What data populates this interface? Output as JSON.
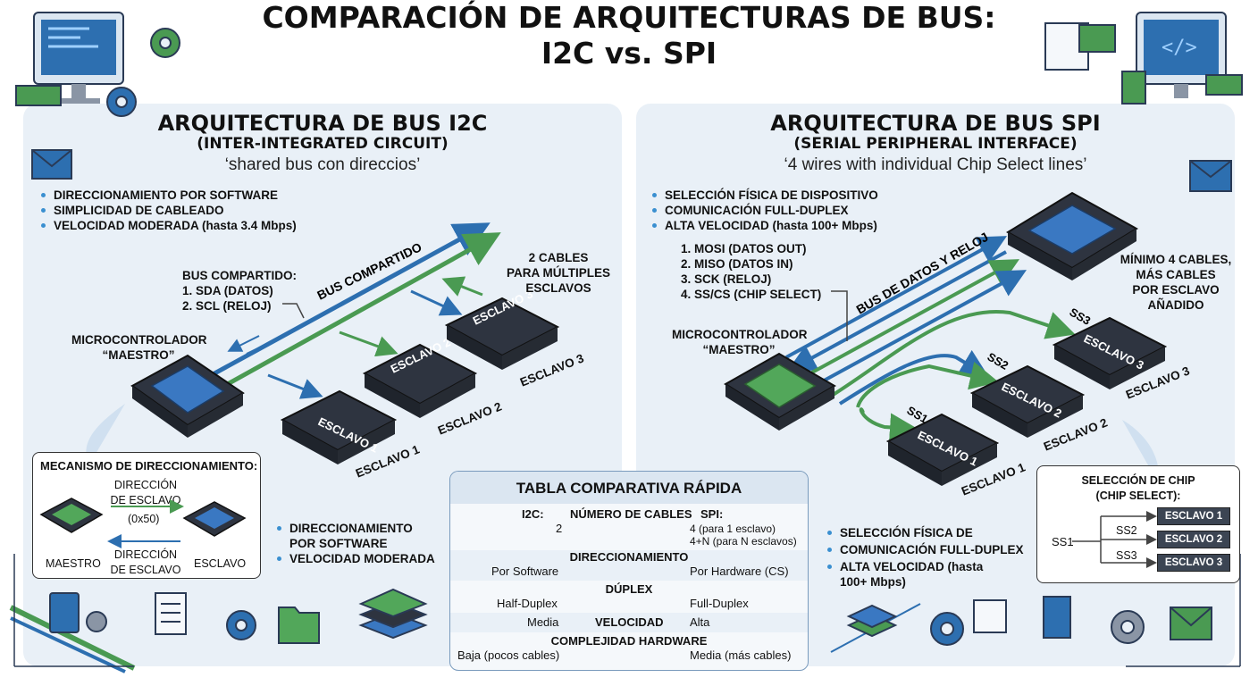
{
  "title": {
    "line1": "COMPARACIÓN DE ARQUITECTURAS DE BUS:",
    "line2": "I2C vs. SPI"
  },
  "i2c": {
    "title": "ARQUITECTURA DE BUS I2C",
    "subtitle": "(INTER-INTEGRATED CIRCUIT)",
    "tagline": "‘shared bus con direccios’",
    "bullets": [
      "DIRECCIONAMIENTO POR SOFTWARE",
      "SIMPLICIDAD DE CABLEADO",
      "VELOCIDAD MODERADA (hasta 3.4 Mbps)"
    ],
    "bus_label": "BUS COMPARTIDO:",
    "bus_lines": [
      "1. SDA (DATOS)",
      "2. SCL (RELOJ)"
    ],
    "bus_diag_label": "BUS COMPARTIDO",
    "cables_note": [
      "2 CABLES",
      "PARA MÚLTIPLES",
      "ESCLAVOS"
    ],
    "master_label": [
      "MICROCONTROLADOR",
      "“MAESTRO”"
    ],
    "slaves": [
      "ESCLAVO 1",
      "ESCLAVO 2",
      "ESCLAVO 3"
    ],
    "chip_labels": [
      "ESCLAVO 1",
      "ESCLAVO 2",
      "ESCLAVO 3"
    ],
    "mechanism": {
      "title": "MECANISMO DE DIRECCIONAMIENTO:",
      "top_arrow": [
        "DIRECCIÓN",
        "DE ESCLAVO"
      ],
      "address": "(0x50)",
      "bottom_arrow": [
        "DIRECCIÓN",
        "DE ESCLAVO"
      ],
      "master": "MAESTRO",
      "slave": "ESCLAVO"
    },
    "bottom_bullets": [
      [
        "DIRECCIONAMIENTO",
        "POR SOFTWARE"
      ],
      [
        "VELOCIDAD MODERADA"
      ]
    ]
  },
  "spi": {
    "title": "ARQUITECTURA DE BUS SPI",
    "subtitle": "(SERIAL PERIPHERAL INTERFACE)",
    "tagline": "‘4 wires with individual Chip Select lines’",
    "bullets": [
      "SELECCIÓN FÍSICA DE DISPOSITIVO",
      "COMUNICACIÓN FULL-DUPLEX",
      "ALTA VELOCIDAD (hasta 100+ Mbps)"
    ],
    "wire_lines": [
      "1. MOSI (DATOS OUT)",
      "2. MISO (DATOS IN)",
      "3. SCK (RELOJ)",
      "4. SS/CS (CHIP SELECT)"
    ],
    "bus_diag_label": "BUS DE DATOS Y RELOJ",
    "cables_note": [
      "MÍNIMO 4 CABLES,",
      "MÁS CABLES",
      "POR ESCLAVO",
      "AÑADIDO"
    ],
    "master_label": [
      "MICROCONTROLADOR",
      "“MAESTRO”"
    ],
    "slaves": [
      "ESCLAVO 1",
      "ESCLAVO 2",
      "ESCLAVO 3"
    ],
    "chip_labels": [
      "ESCLAVO 1",
      "ESCLAVO 2",
      "ESCLAVO 3"
    ],
    "ss_labels": [
      "SS1",
      "SS2",
      "SS3"
    ],
    "chip_select": {
      "title": [
        "SELECCIÓN DE CHIP",
        "(CHIP SELECT):"
      ],
      "source": "SS1",
      "lines": [
        "SS2",
        "SS3"
      ],
      "targets": [
        "ESCLAVO 1",
        "ESCLAVO 2",
        "ESCLAVO 3"
      ]
    },
    "bottom_bullets": [
      [
        "SELECCIÓN FÍSICA DE"
      ],
      [
        "COMUNICACIÓN FULL-DUPLEX"
      ],
      [
        "ALTA VELOCIDAD (hasta",
        "100+ Mbps)"
      ]
    ]
  },
  "table": {
    "title": "TABLA COMPARATIVA RÁPIDA",
    "i2c_head": "I2C:",
    "cables_head": "NÚMERO DE CABLES",
    "spi_head": "SPI:",
    "i2c_cables": "2",
    "spi_cables": [
      "4 (para 1 esclavo)",
      "4+N (para N esclavos)"
    ],
    "addr_head": "DIRECCIONAMIENTO",
    "addr_i2c": "Por Software",
    "addr_spi": "Por Hardware (CS)",
    "duplex_head": "DÚPLEX",
    "duplex_i2c": "Half-Duplex",
    "duplex_spi": "Full-Duplex",
    "speed_i2c": "Media",
    "speed_head": "VELOCIDAD",
    "speed_spi": "Alta",
    "hw_head": "COMPLEJIDAD HARDWARE",
    "hw_i2c": "Baja (pocos cables)",
    "hw_spi": "Media (más cables)"
  },
  "colors": {
    "sda": "#2d6fb0",
    "scl": "#4a9a52",
    "chip_top_blue": "#3a78c2",
    "chip_top_green": "#52a75a",
    "panel": "#e9f0f7",
    "chip_body": "#2e3440"
  },
  "icons": [
    "monitor-code-icon",
    "gear-icon",
    "envelope-icon",
    "document-icon",
    "folder-icon",
    "layer-stack-icon"
  ]
}
